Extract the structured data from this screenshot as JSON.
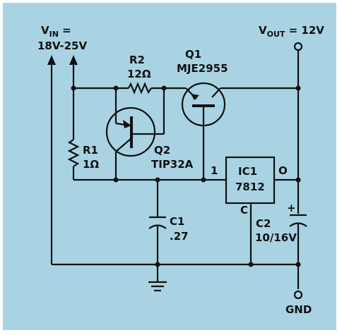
{
  "labels": {
    "vin_v": "V",
    "vin_sub": "IN",
    "vin_eq": " =",
    "vin_range": "18V-25V",
    "vout_v": "V",
    "vout_sub": "OUT",
    "vout_val": " = 12V",
    "r2_name": "R2",
    "r2_val": "12Ω",
    "q1_name": "Q1",
    "q1_part": "MJE2955",
    "r1_name": "R1",
    "r1_val": "1Ω",
    "q2_name": "Q2",
    "q2_part": "TIP32A",
    "ic_name": "IC1",
    "ic_part": "7812",
    "pin_in": "1",
    "pin_out": "O",
    "pin_com": "C",
    "c1_name": "C1",
    "c1_val": ".27",
    "c2_name": "C2",
    "c2_val": "10/16V",
    "plus": "+",
    "gnd": "GND"
  },
  "colors": {
    "background": "#a9d3e3",
    "ink": "#111111",
    "border": "#ffffff"
  }
}
